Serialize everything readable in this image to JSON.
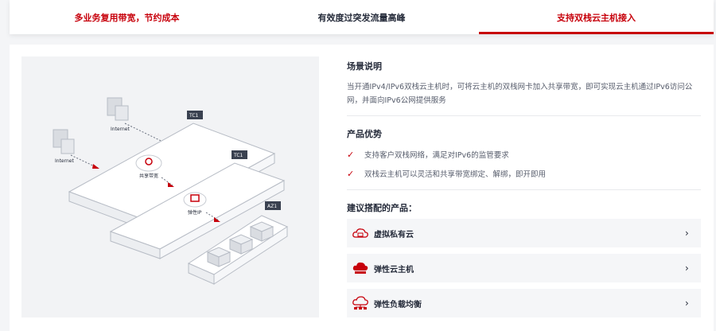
{
  "tabs": [
    {
      "label": "多业务复用带宽，节约成本"
    },
    {
      "label": "有效度过突发流量高峰"
    },
    {
      "label": "支持双栈云主机接入"
    }
  ],
  "scene": {
    "title": "场景说明",
    "desc": "当开通IPv4/IPv6双栈云主机时，可将云主机的双栈网卡加入共享带宽，即可实现云主机通过IPv6访问公网，并面向IPv6公网提供服务"
  },
  "advantages": {
    "title": "产品优势",
    "items": [
      "支持客户双栈网络，满足对IPv6的监管要求",
      "双栈云主机可以灵活和共享带宽绑定、解绑，即开即用"
    ]
  },
  "recommend": {
    "title": "建议搭配的产品：",
    "items": [
      {
        "label": "虚拟私有云",
        "icon": "cloud-vpc-icon"
      },
      {
        "label": "弹性云主机",
        "icon": "cloud-server-icon"
      },
      {
        "label": "弹性负载均衡",
        "icon": "load-balancer-icon"
      }
    ]
  },
  "diagram": {
    "labels": {
      "internet1": "Internet",
      "internet2": "Internet",
      "shared_bw": "共享带宽",
      "eip": "弹性IP",
      "tc1_a": "TC1",
      "tc1_b": "TC1",
      "az1": "AZ1"
    }
  },
  "colors": {
    "accent": "#c7000b",
    "text": "#252b3a",
    "muted": "#575d6c"
  }
}
